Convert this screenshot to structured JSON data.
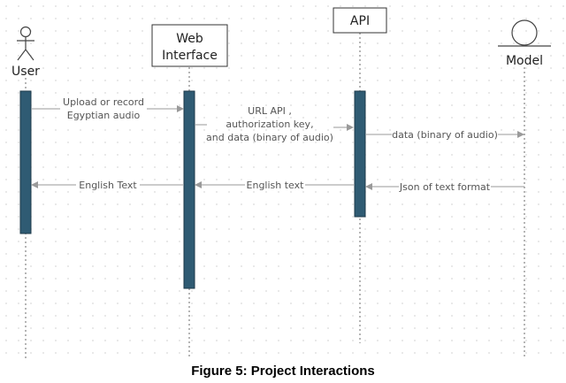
{
  "participants": {
    "user": "User",
    "web_line1": "Web",
    "web_line2": "Interface",
    "api": "API",
    "model": "Model"
  },
  "messages": {
    "m1_line1": "Upload or record",
    "m1_line2": "Egyptian audio",
    "m2_line1": "URL API ,",
    "m2_line2": "authorization key,",
    "m2_line3": "and data (binary of audio)",
    "m3": "data (binary of audio)",
    "m4": "Json of text format",
    "m5": "English text",
    "m6": "English Text"
  },
  "caption": "Figure 5: Project Interactions",
  "colors": {
    "activation": "#2f5b73",
    "arrow": "#9a9a9a"
  }
}
